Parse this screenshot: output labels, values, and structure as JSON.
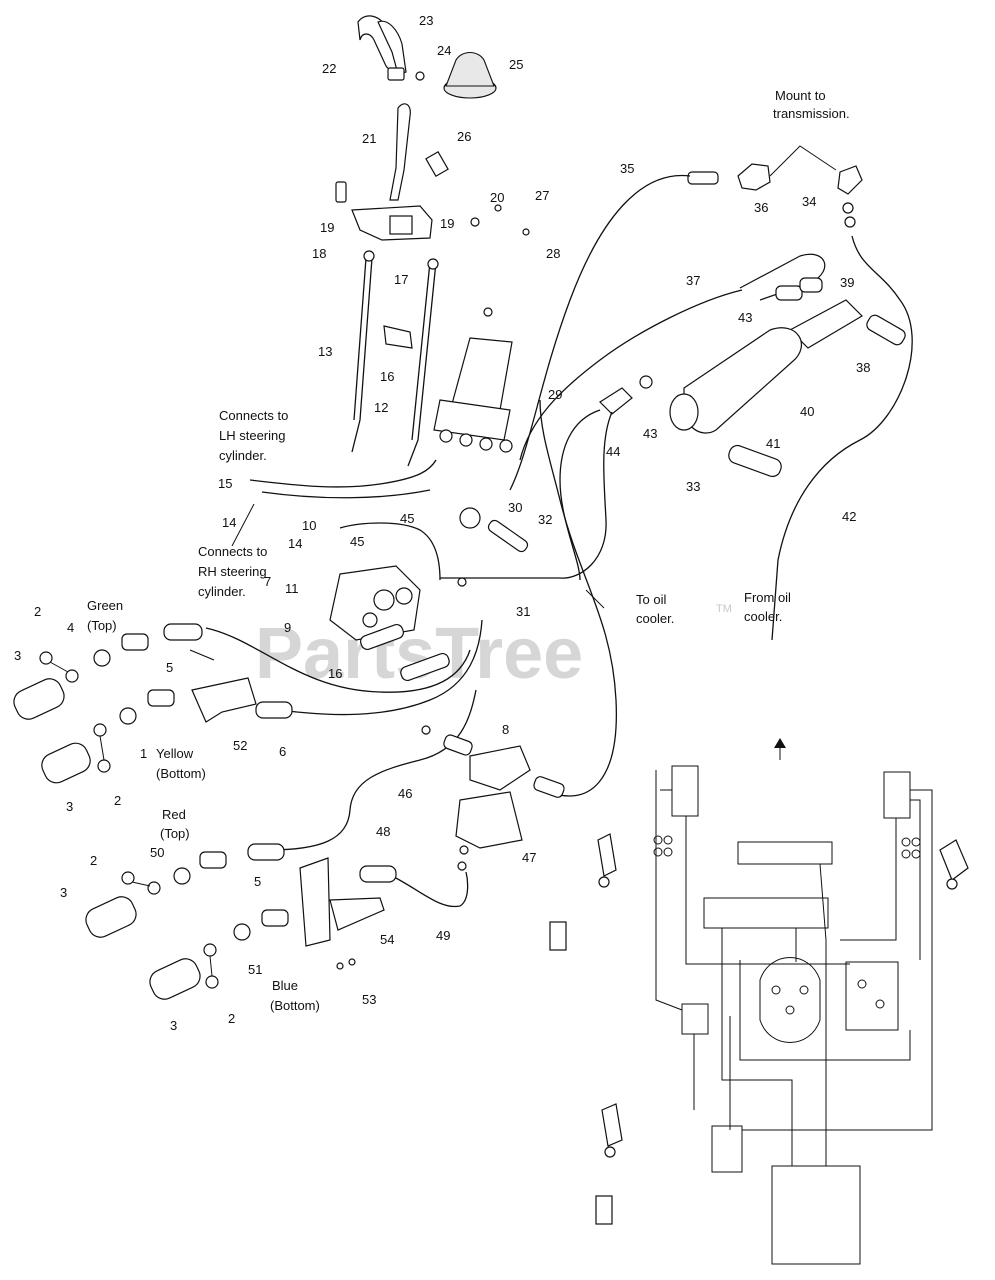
{
  "watermark": {
    "text": "PartsTree",
    "trademark": "TM"
  },
  "callouts": [
    {
      "id": "c23",
      "text": "23"
    },
    {
      "id": "c22",
      "text": "22"
    },
    {
      "id": "c24",
      "text": "24"
    },
    {
      "id": "c25",
      "text": "25"
    },
    {
      "id": "c21",
      "text": "21"
    },
    {
      "id": "c26",
      "text": "26"
    },
    {
      "id": "c20",
      "text": "20"
    },
    {
      "id": "c27",
      "text": "27"
    },
    {
      "id": "c19a",
      "text": "19"
    },
    {
      "id": "c19b",
      "text": "19"
    },
    {
      "id": "c18",
      "text": "18"
    },
    {
      "id": "c28",
      "text": "28"
    },
    {
      "id": "c17",
      "text": "17"
    },
    {
      "id": "c13",
      "text": "13"
    },
    {
      "id": "c16a",
      "text": "16"
    },
    {
      "id": "c12",
      "text": "12"
    },
    {
      "id": "c29",
      "text": "29"
    },
    {
      "id": "c35",
      "text": "35"
    },
    {
      "id": "c36",
      "text": "36"
    },
    {
      "id": "c34",
      "text": "34"
    },
    {
      "id": "c37",
      "text": "37"
    },
    {
      "id": "c39",
      "text": "39"
    },
    {
      "id": "c43a",
      "text": "43"
    },
    {
      "id": "c38",
      "text": "38"
    },
    {
      "id": "c40",
      "text": "40"
    },
    {
      "id": "c43b",
      "text": "43"
    },
    {
      "id": "c44",
      "text": "44"
    },
    {
      "id": "c41",
      "text": "41"
    },
    {
      "id": "c33",
      "text": "33"
    },
    {
      "id": "c42",
      "text": "42"
    },
    {
      "id": "c15",
      "text": "15"
    },
    {
      "id": "c14a",
      "text": "14"
    },
    {
      "id": "c10",
      "text": "10"
    },
    {
      "id": "c45a",
      "text": "45"
    },
    {
      "id": "c30",
      "text": "30"
    },
    {
      "id": "c32",
      "text": "32"
    },
    {
      "id": "c14b",
      "text": "14"
    },
    {
      "id": "c45b",
      "text": "45"
    },
    {
      "id": "c7",
      "text": "7"
    },
    {
      "id": "c11",
      "text": "11"
    },
    {
      "id": "c2a",
      "text": "2"
    },
    {
      "id": "c4",
      "text": "4"
    },
    {
      "id": "c3a",
      "text": "3"
    },
    {
      "id": "c9",
      "text": "9"
    },
    {
      "id": "c31",
      "text": "31"
    },
    {
      "id": "c5a",
      "text": "5"
    },
    {
      "id": "c16b",
      "text": "16"
    },
    {
      "id": "c52",
      "text": "52"
    },
    {
      "id": "c6",
      "text": "6"
    },
    {
      "id": "c1",
      "text": "1"
    },
    {
      "id": "c8",
      "text": "8"
    },
    {
      "id": "c3b",
      "text": "3"
    },
    {
      "id": "c2b",
      "text": "2"
    },
    {
      "id": "c46",
      "text": "46"
    },
    {
      "id": "c48",
      "text": "48"
    },
    {
      "id": "c2c",
      "text": "2"
    },
    {
      "id": "c50",
      "text": "50"
    },
    {
      "id": "c47",
      "text": "47"
    },
    {
      "id": "c3c",
      "text": "3"
    },
    {
      "id": "c5b",
      "text": "5"
    },
    {
      "id": "c54",
      "text": "54"
    },
    {
      "id": "c49",
      "text": "49"
    },
    {
      "id": "c51",
      "text": "51"
    },
    {
      "id": "c53",
      "text": "53"
    },
    {
      "id": "c3d",
      "text": "3"
    },
    {
      "id": "c2d",
      "text": "2"
    }
  ],
  "notes": {
    "mount_line1": "Mount to",
    "mount_line2": "transmission.",
    "lh_line1": "Connects to",
    "lh_line2": "LH steering",
    "lh_line3": "cylinder.",
    "rh_line1": "Connects to",
    "rh_line2": "RH steering",
    "rh_line3": "cylinder.",
    "to_cooler_line1": "To oil",
    "to_cooler_line2": "cooler.",
    "from_cooler_line1": "From oil",
    "from_cooler_line2": "cooler.",
    "green": "Green",
    "green_pos": "(Top)",
    "yellow": "Yellow",
    "yellow_pos": "(Bottom)",
    "red": "Red",
    "red_pos": "(Top)",
    "blue": "Blue",
    "blue_pos": "(Bottom)"
  }
}
